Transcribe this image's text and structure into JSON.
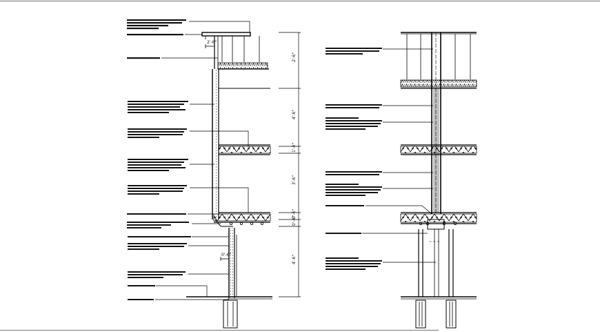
{
  "sheet": {
    "border_color": "#8a8a8a",
    "line_color": "#000000",
    "background": "#ffffff"
  },
  "section_left": {
    "dimensions": [
      "2'-6\"",
      "4'-6\"",
      "1'-0\"",
      "3'-6\"",
      "0'-6\"",
      "0'-6\"",
      "4'-6\""
    ],
    "small_dims": [
      "2'-6\"",
      "0'-6\""
    ],
    "note_count": 16
  },
  "section_right": {
    "note_count": 9
  }
}
